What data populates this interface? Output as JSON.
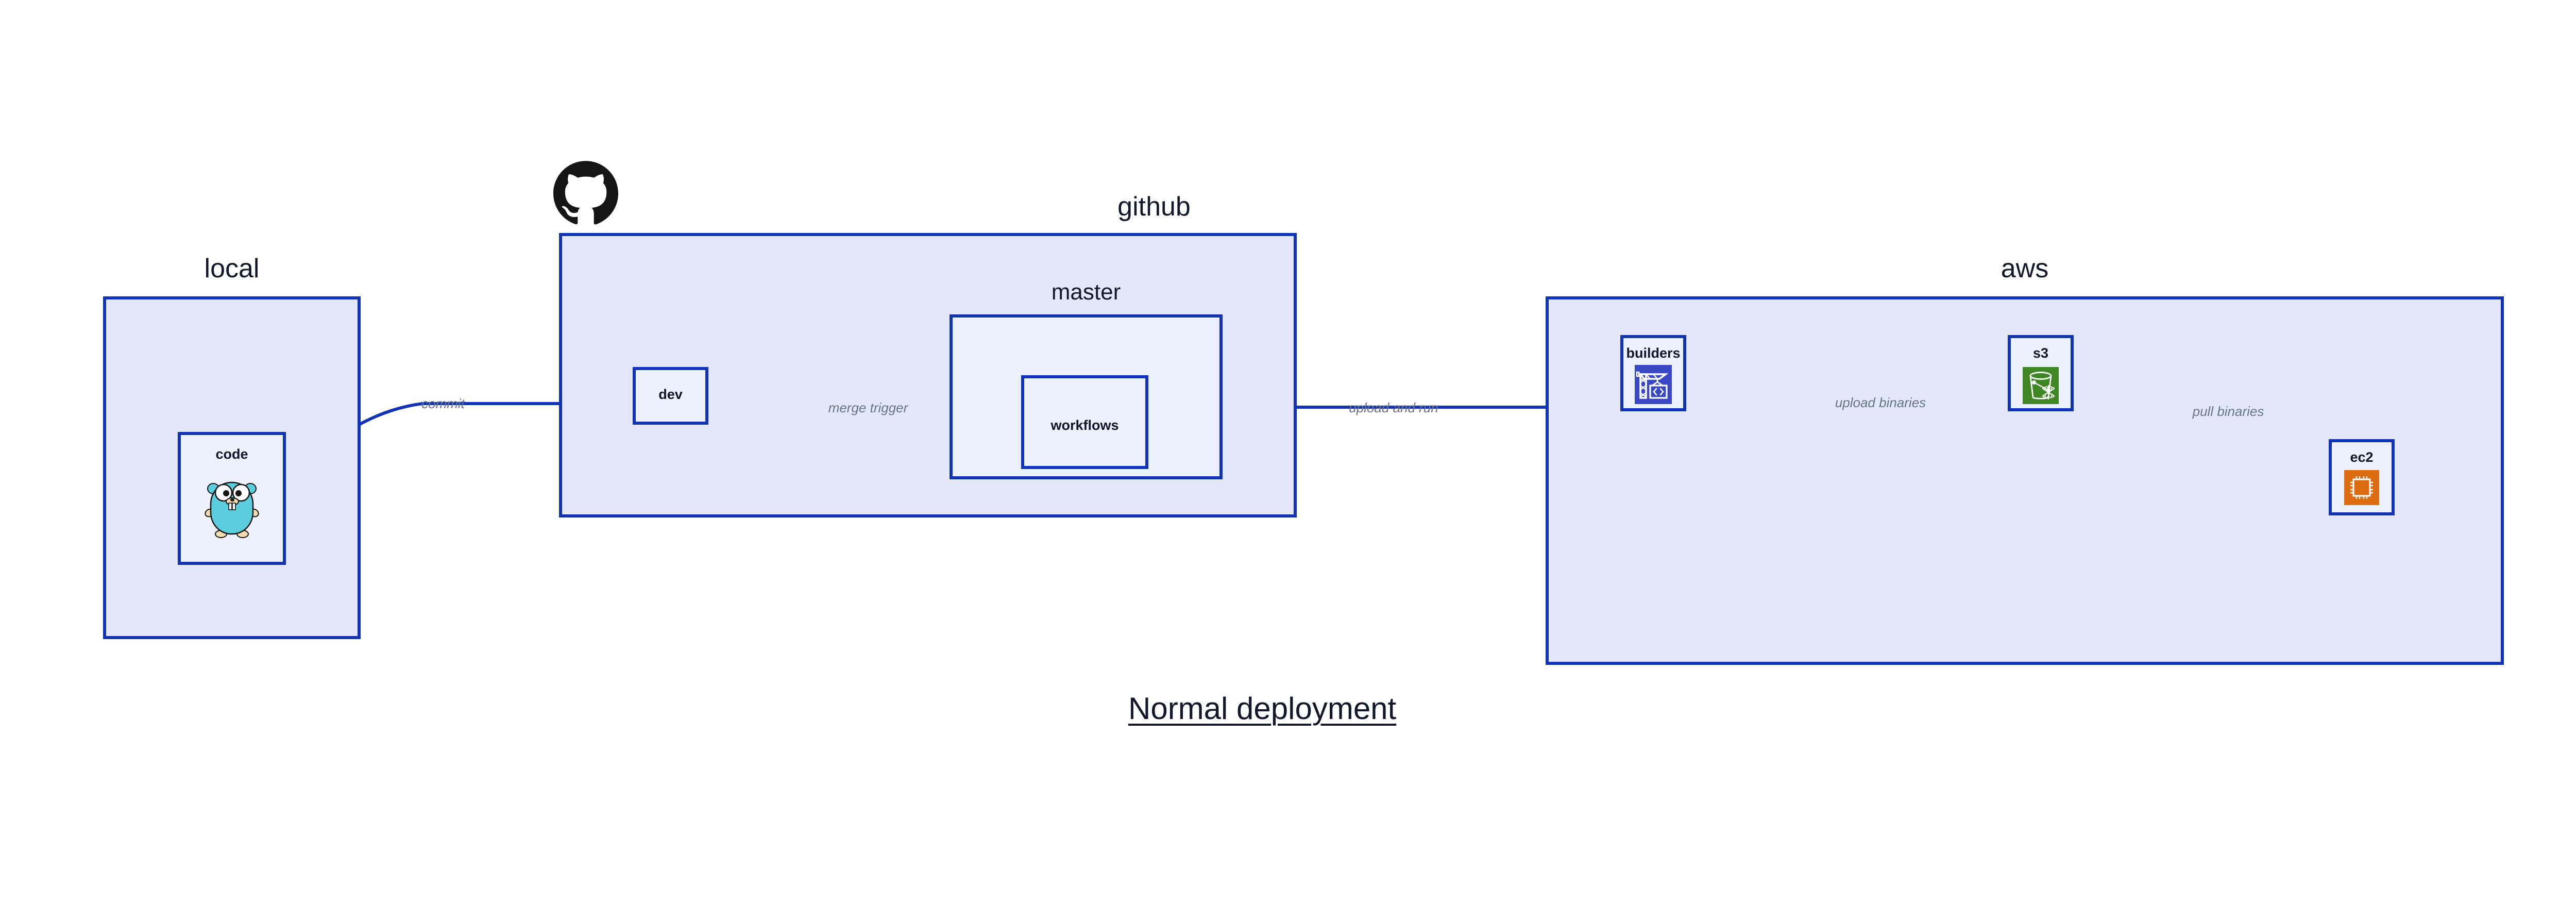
{
  "diagram": {
    "title": "Normal deployment",
    "colors": {
      "group_border": "#1133b5",
      "group_fill": "#e2e8fa",
      "node_fill": "#ecf1fd",
      "subgroup_fill": "#eaf0fc",
      "edge_stroke": "#1133b5",
      "edge_label_text": "#6c7384",
      "label_text": "#131729",
      "s3_icon_bg": "#3f8624",
      "ec2_icon_bg": "#dd6b10",
      "builders_icon_bg": "#3b48c6",
      "gopher_body": "#5bcede",
      "github_logo": "#151515"
    }
  },
  "groups": [
    {
      "id": "local",
      "label": "local"
    },
    {
      "id": "github",
      "label": "github"
    },
    {
      "id": "aws",
      "label": "aws"
    }
  ],
  "subgroups": [
    {
      "id": "master",
      "label": "master",
      "parent": "github"
    }
  ],
  "nodes": [
    {
      "id": "code",
      "label": "code",
      "parent": "local",
      "icon": "go-gopher-icon"
    },
    {
      "id": "dev",
      "label": "dev",
      "parent": "github",
      "icon": null
    },
    {
      "id": "workflows",
      "label": "workflows",
      "parent": "master",
      "icon": null
    },
    {
      "id": "builders",
      "label": "builders",
      "parent": "aws",
      "icon": "aws-codebuild-icon"
    },
    {
      "id": "s3",
      "label": "s3",
      "parent": "aws",
      "icon": "aws-s3-glacier-icon"
    },
    {
      "id": "ec2",
      "label": "ec2",
      "parent": "aws",
      "icon": "aws-ec2-icon"
    }
  ],
  "edges": [
    {
      "id": "commit",
      "from": "code",
      "to": "dev",
      "label": "commit"
    },
    {
      "id": "merge-trigger",
      "from": "dev",
      "to": "workflows",
      "label": "merge trigger"
    },
    {
      "id": "upload-and-run",
      "from": "workflows",
      "to": "builders",
      "label": "upload and run"
    },
    {
      "id": "upload-binaries",
      "from": "builders",
      "to": "s3",
      "label": "upload binaries"
    },
    {
      "id": "pull-binaries",
      "from": "s3",
      "to": "ec2",
      "label": "pull binaries"
    }
  ],
  "logos": [
    {
      "id": "github-logo",
      "name": "github-octocat-logo"
    }
  ]
}
